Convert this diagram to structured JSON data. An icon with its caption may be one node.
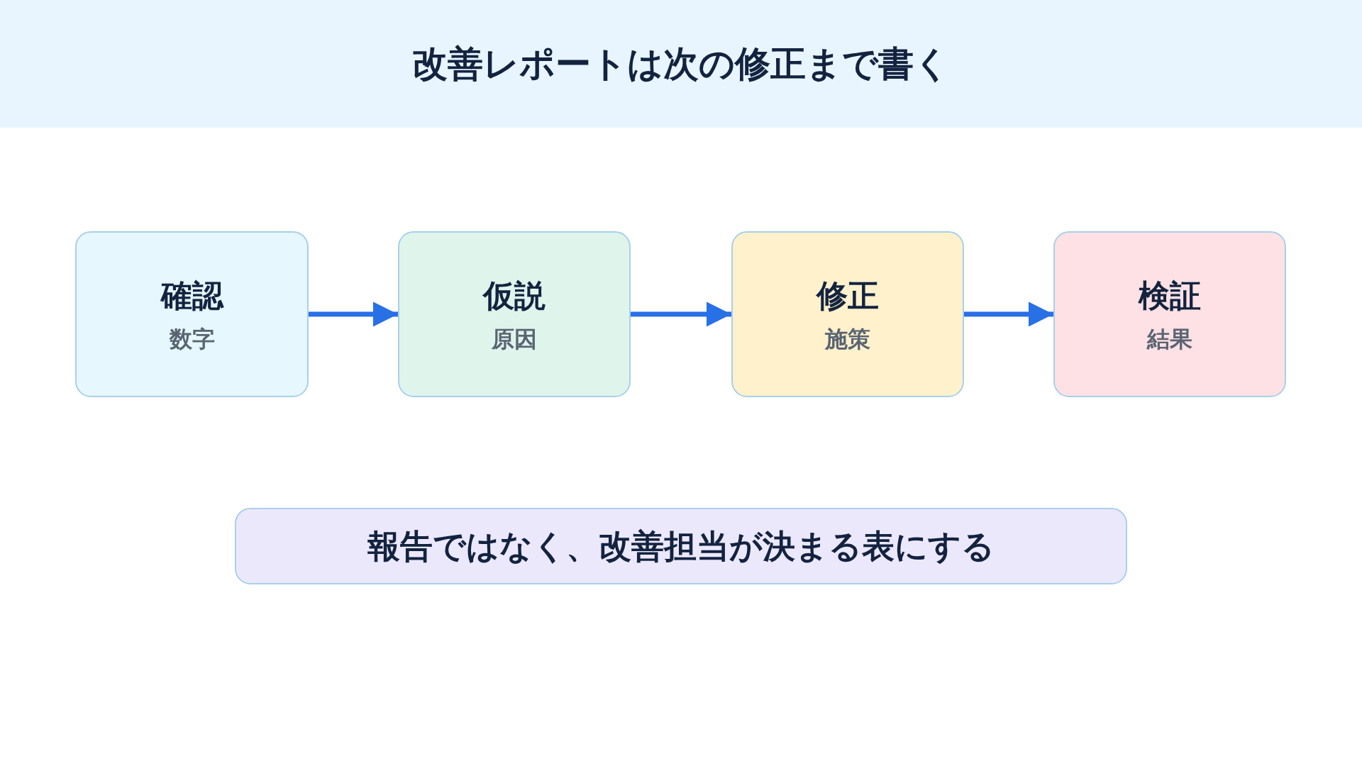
{
  "diagram": {
    "title": "改善レポートは次の修正まで書く",
    "nodes": [
      {
        "text": [
          "確認",
          "数字"
        ]
      },
      {
        "text": [
          "仮説",
          "原因"
        ]
      },
      {
        "text": [
          "修正",
          "施策"
        ]
      },
      {
        "text": [
          "検証",
          "結果"
        ]
      },
      {
        "text": [
          "報告ではなく、改善担当が決まる表にする"
        ]
      }
    ],
    "edges": [
      {
        "from": 0,
        "to": 1,
        "arrow": "to"
      },
      {
        "from": 1,
        "to": 2,
        "arrow": "to"
      },
      {
        "from": 2,
        "to": 3,
        "arrow": "to"
      }
    ]
  }
}
